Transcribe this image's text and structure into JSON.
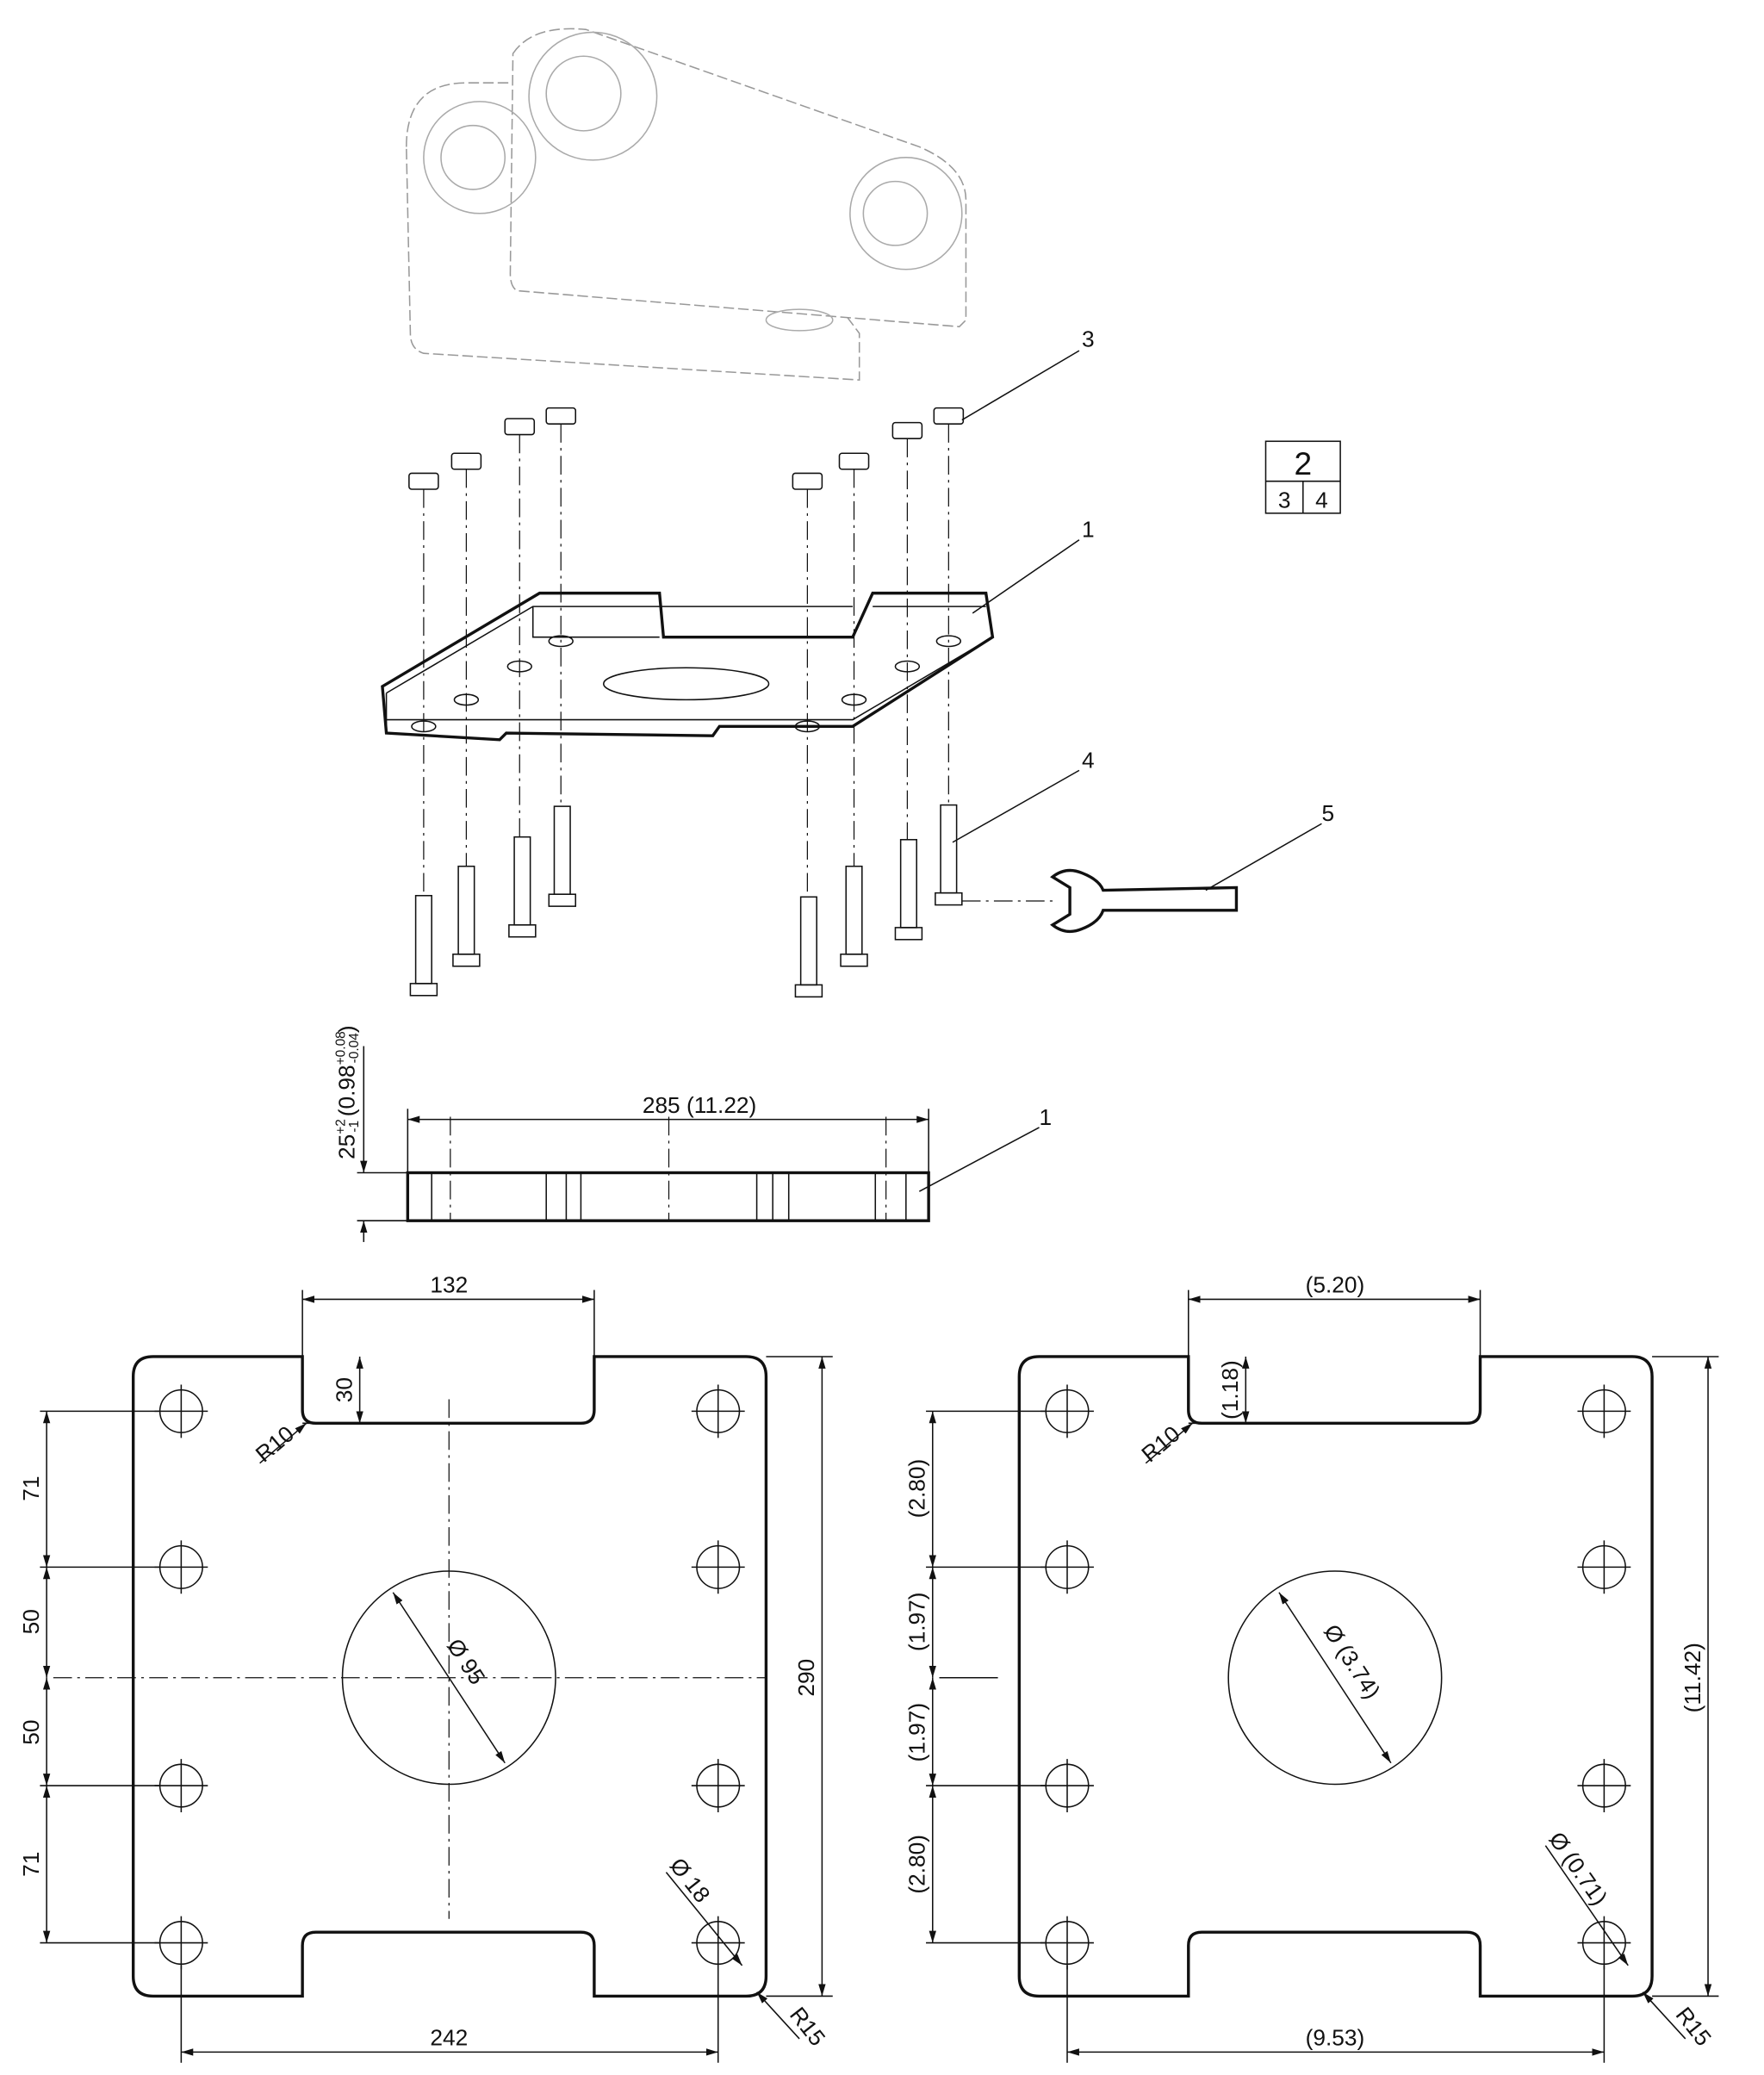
{
  "callouts": {
    "c3": "3",
    "c1_top": "1",
    "c4": "4",
    "c5": "5",
    "c1_side": "1"
  },
  "legend_box": {
    "top": "2",
    "bottom_left": "3",
    "bottom_right": "4"
  },
  "side_view": {
    "width_label": "285 (11.22)",
    "thickness_main": "25",
    "thickness_tol_upper": "+2",
    "thickness_tol_lower": "-1",
    "thickness_inch": "(0.98",
    "thickness_inch_tol_upper": "+0.08",
    "thickness_inch_tol_lower": "-0.04",
    "thickness_inch_close": ")"
  },
  "plan_metric": {
    "notch_width": "132",
    "notch_depth": "30",
    "notch_radius": "R10",
    "pitch_1": "71",
    "pitch_2": "50",
    "pitch_3": "50",
    "pitch_4": "71",
    "height": "290",
    "center_dia": "Ø 95",
    "hole_dia": "Ø 18",
    "hole_spacing": "242",
    "corner_radius": "R15"
  },
  "plan_inch": {
    "notch_width": "(5.20)",
    "notch_depth": "(1.18)",
    "notch_radius": "R10",
    "pitch_1": "(2.80)",
    "pitch_2": "(1.97)",
    "pitch_3": "(1.97)",
    "pitch_4": "(2.80)",
    "height": "(11.42)",
    "center_dia": "Ø (3.74)",
    "hole_dia": "Ø (0.71)",
    "hole_spacing": "(9.53)",
    "corner_radius": "R15"
  }
}
